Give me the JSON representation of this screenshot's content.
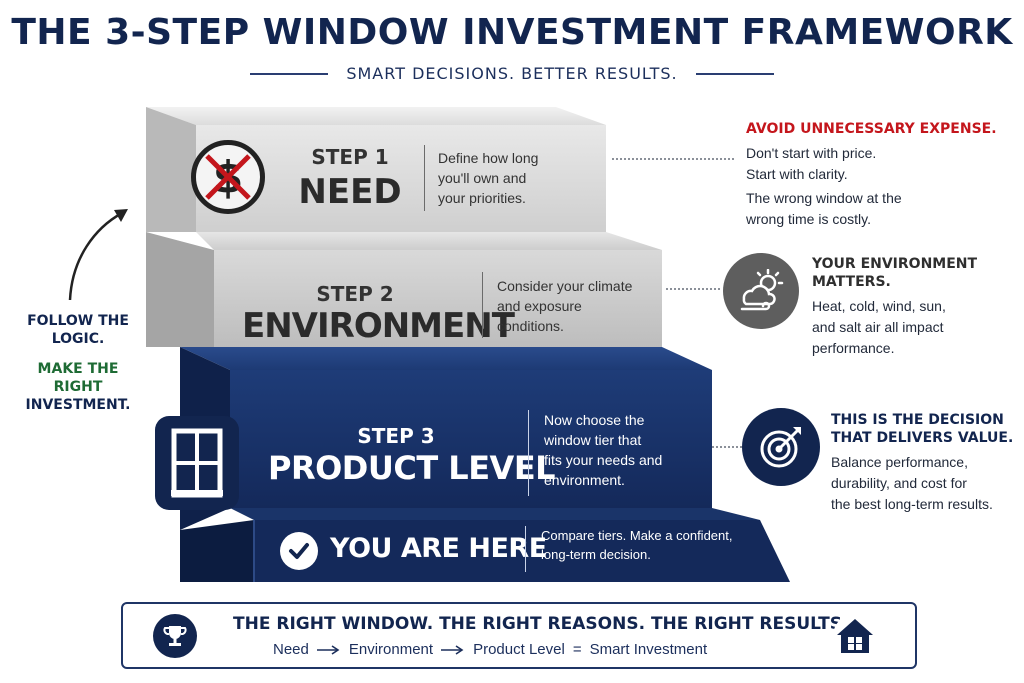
{
  "header": {
    "title": "THE 3-STEP WINDOW INVESTMENT FRAMEWORK",
    "subtitle": "SMART DECISIONS. BETTER RESULTS."
  },
  "steps": [
    {
      "kicker": "STEP 1",
      "name": "NEED",
      "description": [
        "Define how long",
        "you'll own and",
        "your priorities."
      ],
      "icon": "no-dollar-icon"
    },
    {
      "kicker": "STEP 2",
      "name": "ENVIRONMENT",
      "description": [
        "Consider your climate",
        "and exposure",
        "conditions."
      ]
    },
    {
      "kicker": "STEP 3",
      "name": "PRODUCT LEVEL",
      "description": [
        "Now choose the",
        "window tier that",
        "fits your needs and",
        "environment."
      ],
      "icon": "window-icon"
    }
  ],
  "you_are_here": {
    "label": "YOU ARE HERE",
    "description": [
      "Compare tiers. Make a confident,",
      "long-term decision."
    ],
    "icon": "checkmark-icon"
  },
  "left_note": {
    "line1": [
      "FOLLOW THE",
      "LOGIC."
    ],
    "line2": [
      "MAKE THE RIGHT",
      "INVESTMENT."
    ]
  },
  "callouts": [
    {
      "heading": "AVOID UNNECESSARY EXPENSE.",
      "lines": [
        "Don't start with price.",
        "Start with clarity.",
        "The wrong window at the",
        "wrong time is costly."
      ]
    },
    {
      "heading": [
        "YOUR ENVIRONMENT",
        "MATTERS."
      ],
      "lines": [
        "Heat, cold, wind, sun,",
        "and salt air all impact",
        "performance."
      ],
      "icon": "weather-icon"
    },
    {
      "heading": [
        "THIS IS THE DECISION",
        "THAT DELIVERS VALUE."
      ],
      "lines": [
        "Balance performance,",
        "durability, and cost for",
        "the best long-term results."
      ],
      "icon": "target-icon"
    }
  ],
  "footer": {
    "headline": "THE RIGHT WINDOW. THE RIGHT REASONS. THE RIGHT RESULTS.",
    "flow": [
      "Need",
      "Environment",
      "Product Level",
      "=",
      "Smart Investment"
    ],
    "left_icon": "trophy-icon",
    "right_icon": "house-icon"
  },
  "colors": {
    "navy": "#12254f",
    "red": "#c4161c",
    "green": "#1e6b34"
  }
}
